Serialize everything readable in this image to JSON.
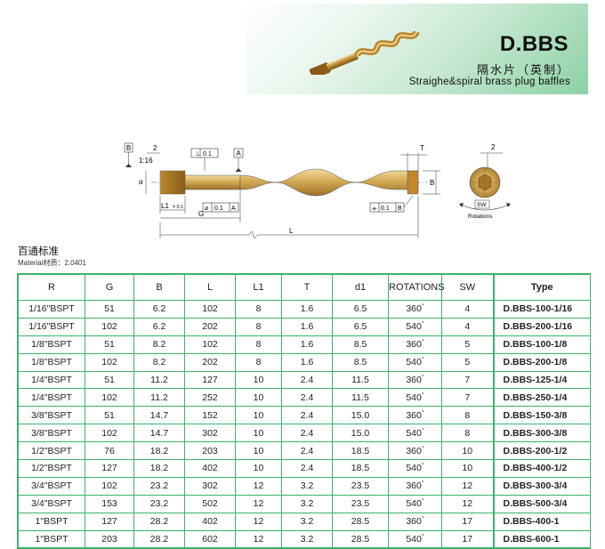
{
  "header": {
    "code": "D.BBS",
    "title_cn": "隔水片（英制）",
    "title_en": "Straighe&spiral brass plug baffles"
  },
  "drawing": {
    "labels": {
      "datum_b": "B",
      "datum_a": "A",
      "dim_2_left": "2",
      "taper": "1:16",
      "alpha": "α",
      "perp_tol": "0.1",
      "perp_ref": "A",
      "l1": "L1",
      "l1_tol": "± 0.1",
      "g": "G",
      "runout_tol": "0.1",
      "runout_ref": "A",
      "l": "L",
      "t": "T",
      "b": "B",
      "flat_tol": "0.1",
      "flat_ref": "B",
      "dim_2_right": "2",
      "sw": "SW",
      "rotations": "Rotations"
    }
  },
  "standard": {
    "title_cn": "百通标准",
    "material": "Material材质：2.0401"
  },
  "table": {
    "headers": [
      "R",
      "G",
      "B",
      "L",
      "L1",
      "T",
      "d1",
      "ROTATIONS",
      "SW",
      "Type"
    ],
    "rows": [
      [
        "1/16\"BSPT",
        "51",
        "6.2",
        "102",
        "8",
        "1.6",
        "6.5",
        "360",
        "4",
        "D.BBS-100-1/16"
      ],
      [
        "1/16\"BSPT",
        "102",
        "6.2",
        "202",
        "8",
        "1.6",
        "6.5",
        "540",
        "4",
        "D.BBS-200-1/16"
      ],
      [
        "1/8\"BSPT",
        "51",
        "8.2",
        "102",
        "8",
        "1.6",
        "8.5",
        "360",
        "5",
        "D.BBS-100-1/8"
      ],
      [
        "1/8\"BSPT",
        "102",
        "8.2",
        "202",
        "8",
        "1.6",
        "8.5",
        "540",
        "5",
        "D.BBS-200-1/8"
      ],
      [
        "1/4\"BSPT",
        "51",
        "11.2",
        "127",
        "10",
        "2.4",
        "11.5",
        "360",
        "7",
        "D.BBS-125-1/4"
      ],
      [
        "1/4\"BSPT",
        "102",
        "11.2",
        "252",
        "10",
        "2.4",
        "11.5",
        "540",
        "7",
        "D.BBS-250-1/4"
      ],
      [
        "3/8\"BSPT",
        "51",
        "14.7",
        "152",
        "10",
        "2.4",
        "15.0",
        "360",
        "8",
        "D.BBS-150-3/8"
      ],
      [
        "3/8\"BSPT",
        "102",
        "14.7",
        "302",
        "10",
        "2.4",
        "15.0",
        "540",
        "8",
        "D.BBS-300-3/8"
      ],
      [
        "1/2\"BSPT",
        "76",
        "18.2",
        "203",
        "10",
        "2.4",
        "18.5",
        "360",
        "10",
        "D.BBS-200-1/2"
      ],
      [
        "1/2\"BSPT",
        "127",
        "18.2",
        "402",
        "10",
        "2.4",
        "18.5",
        "540",
        "10",
        "D.BBS-400-1/2"
      ],
      [
        "3/4\"BSPT",
        "102",
        "23.2",
        "302",
        "12",
        "3.2",
        "23.5",
        "360",
        "12",
        "D.BBS-300-3/4"
      ],
      [
        "3/4\"BSPT",
        "153",
        "23.2",
        "502",
        "12",
        "3.2",
        "23.5",
        "540",
        "12",
        "D.BBS-500-3/4"
      ],
      [
        "1\"BSPT",
        "127",
        "28.2",
        "402",
        "12",
        "3.2",
        "28.5",
        "360",
        "17",
        "D.BBS-400-1"
      ],
      [
        "1\"BSPT",
        "203",
        "28.2",
        "602",
        "12",
        "3.2",
        "28.5",
        "540",
        "17",
        "D.BBS-600-1"
      ]
    ],
    "degree_symbol": "°"
  }
}
